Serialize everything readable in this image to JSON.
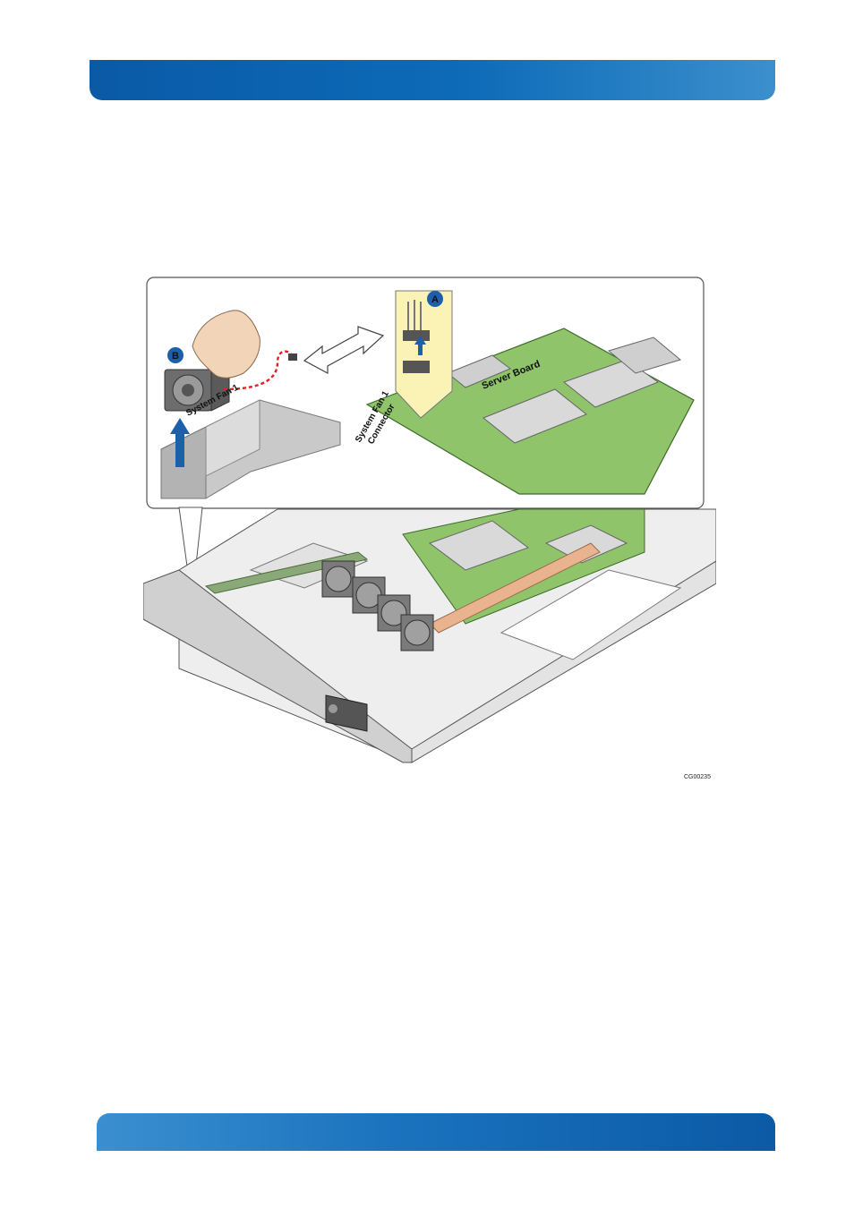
{
  "figure": {
    "callout_a": "A",
    "callout_b": "B",
    "label_fan": "System Fan 1",
    "label_connector_line1": "System Fan 1",
    "label_connector_line2": "Connector",
    "label_board": "Server Board",
    "figure_code": "CG00235"
  },
  "colors": {
    "header_band": "#0d6bb8",
    "footer_band": "#1a72bd",
    "callout_badge": "#1d5fa8",
    "board_green": "#8fc46a",
    "detail_yellow": "#fbf3b5",
    "arrow_blue": "#1e5fa9"
  }
}
